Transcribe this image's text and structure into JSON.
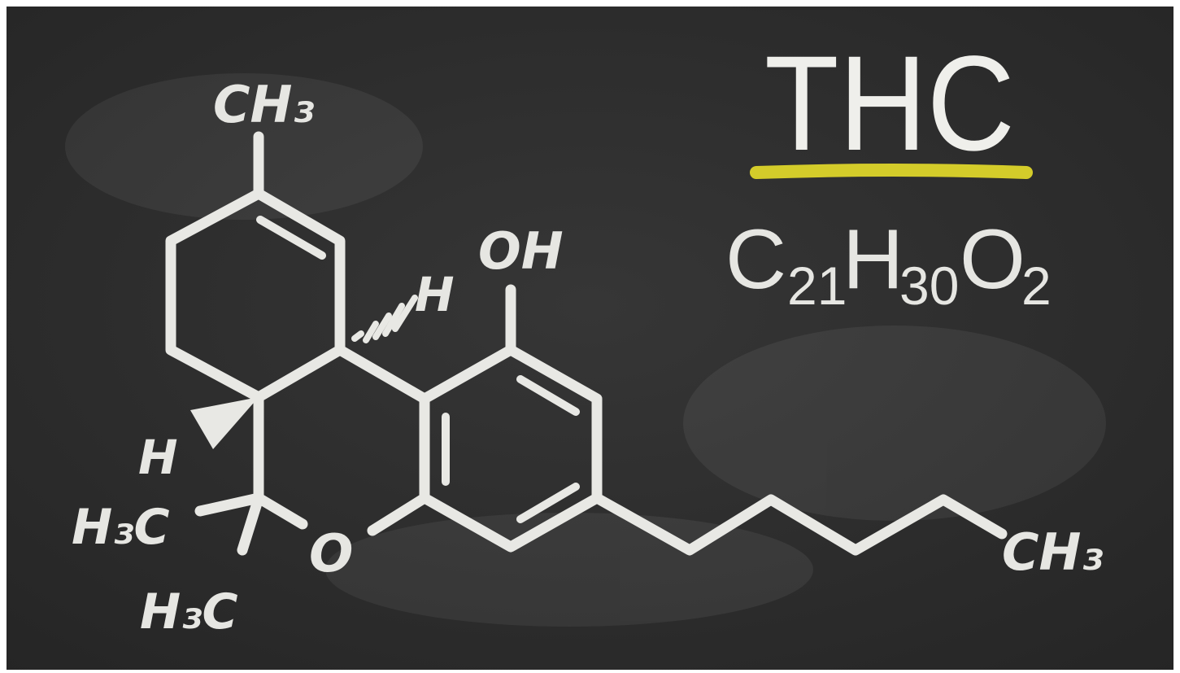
{
  "title": "THC",
  "formula": {
    "c": "C",
    "c_count": "21",
    "h": "H",
    "h_count": "30",
    "o": "O",
    "o_count": "2"
  },
  "labels": {
    "methyl_top": "CH₃",
    "hydroxyl": "OH",
    "hydrogen_hash": "H",
    "hydrogen_wedge": "H",
    "methyl_left_upper": "H₃C",
    "methyl_left_lower": "H₃C",
    "oxygen_ring": "O",
    "methyl_chain_end": "CH₃"
  },
  "colors": {
    "board": "#2d2d2d",
    "chalk": "#e8e8e4",
    "underline": "#d4cc2a"
  }
}
